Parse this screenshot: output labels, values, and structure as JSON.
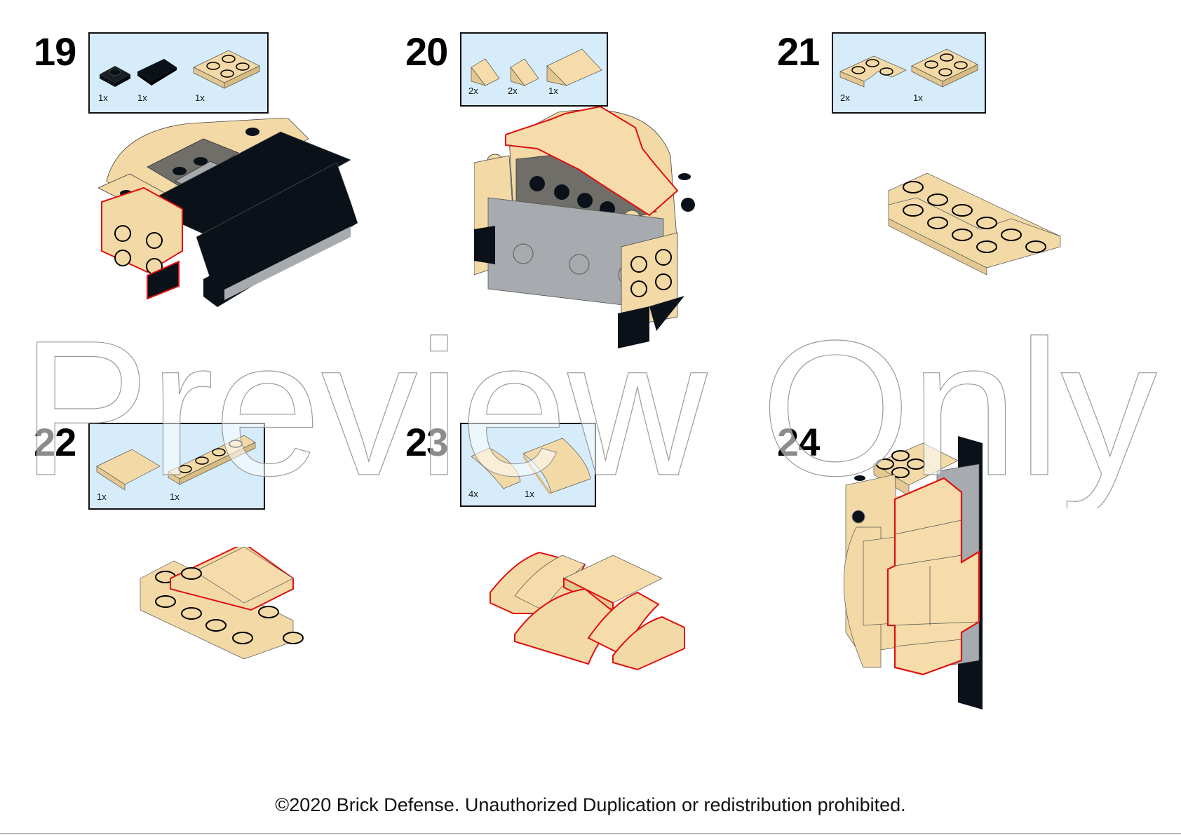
{
  "page": {
    "footer": "©2020 Brick Defense. Unauthorized Duplication or redistribution prohibited.",
    "watermark": "Preview Only",
    "colors": {
      "callout_bg": "#d6ecfb",
      "tan": "#f2d9a6",
      "black_brick": "#0b1118",
      "light_gray": "#a7aaae",
      "dark_gray": "#6f6e69",
      "highlight": "#e01010"
    }
  },
  "steps": [
    {
      "number": "19",
      "parts": [
        {
          "name": "black 1x1 plate",
          "qty": "1x"
        },
        {
          "name": "black 1x2 slope",
          "qty": "1x"
        },
        {
          "name": "tan 2x2 plate",
          "qty": "1x"
        }
      ]
    },
    {
      "number": "20",
      "parts": [
        {
          "name": "tan 1x1 slope",
          "qty": "2x"
        },
        {
          "name": "tan 1x1 slope",
          "qty": "2x"
        },
        {
          "name": "tan 1x2 slope",
          "qty": "1x"
        }
      ]
    },
    {
      "number": "21",
      "parts": [
        {
          "name": "tan 2x2 corner plate",
          "qty": "2x"
        },
        {
          "name": "tan 2x2 plate",
          "qty": "1x"
        }
      ]
    },
    {
      "number": "22",
      "parts": [
        {
          "name": "tan 2x2 tile",
          "qty": "1x"
        },
        {
          "name": "tan 1x4 plate",
          "qty": "1x"
        }
      ]
    },
    {
      "number": "23",
      "parts": [
        {
          "name": "tan 1x2 curved slope",
          "qty": "4x"
        },
        {
          "name": "tan 2x2 curved slope",
          "qty": "1x"
        }
      ]
    },
    {
      "number": "24",
      "parts": []
    }
  ]
}
